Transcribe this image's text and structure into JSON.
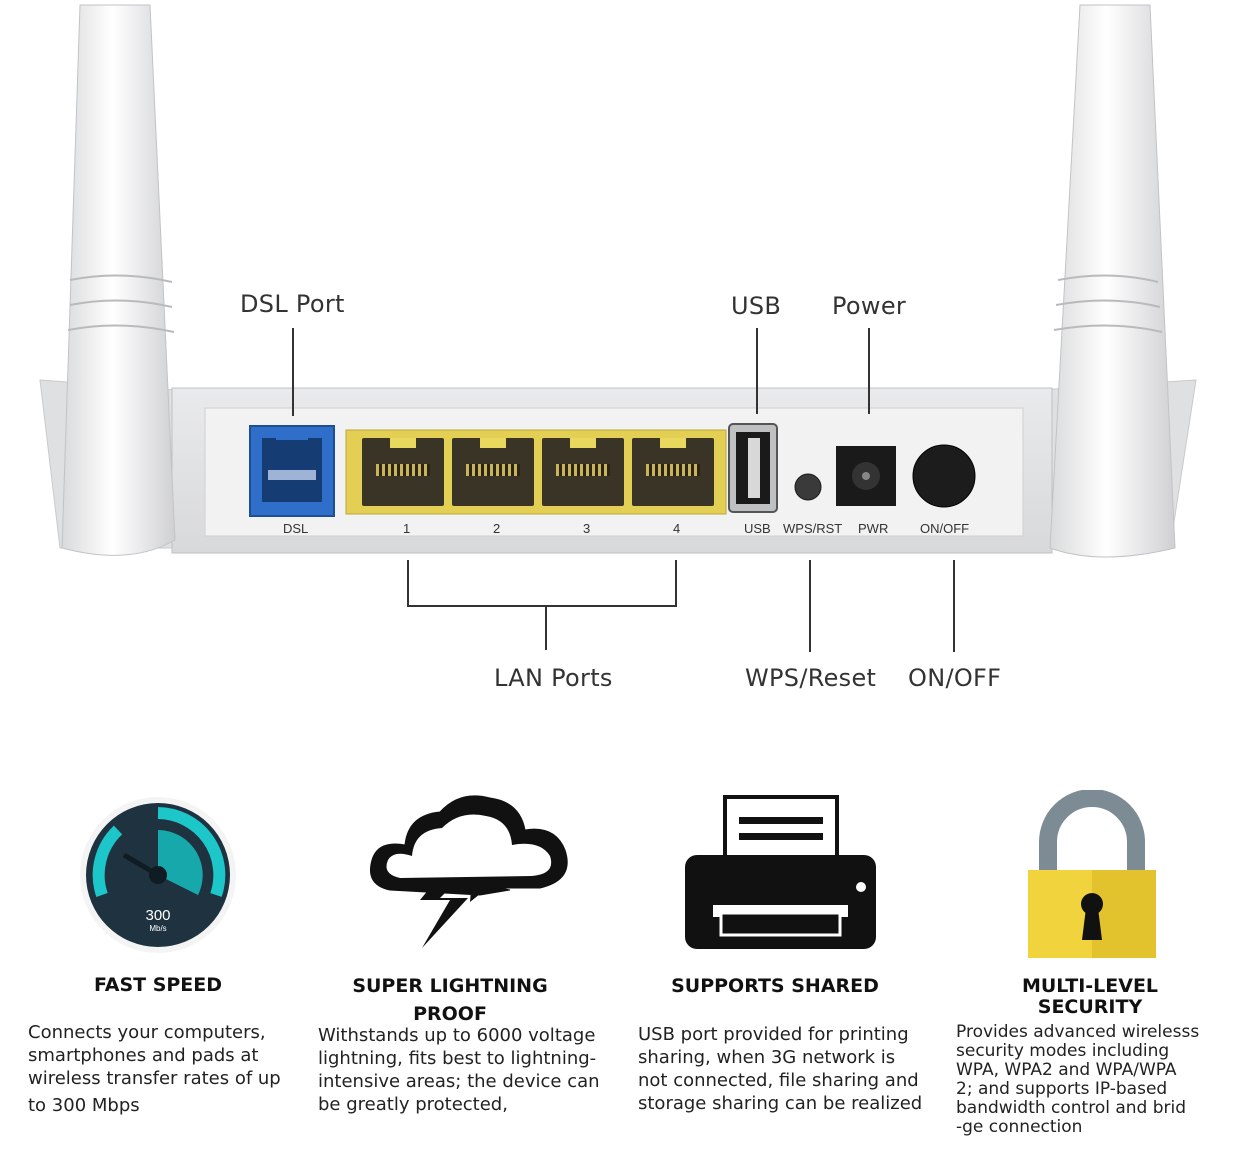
{
  "callouts": {
    "dsl_port": "DSL Port",
    "usb": "USB",
    "power": "Power",
    "lan_ports": "LAN Ports",
    "wps_reset": "WPS/Reset",
    "on_off": "ON/OFF"
  },
  "router_labels": {
    "dsl": "DSL",
    "lan": [
      "1",
      "2",
      "3",
      "4"
    ],
    "usb": "USB",
    "wps_rst": "WPS/RST",
    "pwr": "PWR",
    "on_off": "ON/OFF"
  },
  "speed_icon": {
    "value": "300",
    "unit": "Mb/s"
  },
  "features": [
    {
      "icon": "speedometer-icon",
      "title": "FAST SPEED",
      "lines": [
        "Connects your computers,",
        "smartphones and pads at",
        "wireless transfer rates of up",
        "to 300 Mbps"
      ]
    },
    {
      "icon": "lightning-cloud-icon",
      "title_lines": [
        "SUPER LIGHTNING",
        "PROOF"
      ],
      "lines": [
        "Withstands up to 6000 voltage",
        "lightning, fits best to lightning-",
        "intensive areas; the device can",
        "be greatly protected,"
      ]
    },
    {
      "icon": "printer-icon",
      "title": "SUPPORTS SHARED",
      "lines": [
        "USB port provided for printing",
        "sharing, when 3G network is",
        "not connected, file sharing and",
        "storage sharing can be realized"
      ]
    },
    {
      "icon": "padlock-icon",
      "title_lines": [
        "MULTI-LEVEL",
        "SECURITY"
      ],
      "lines": [
        "Provides advanced wirelesss",
        "security modes including",
        "WPA, WPA2 and WPA/WPA",
        "2; and supports IP-based",
        "bandwidth control and brid",
        "-ge connection"
      ]
    }
  ],
  "colors": {
    "lan_panel": "#e4cf55",
    "dsl_port": "#2f6fc9",
    "speed_teal": "#1cc6c9",
    "speed_dark": "#1e3240",
    "lock_yellow": "#f1d33e",
    "lock_shackle": "#7d8c94"
  }
}
